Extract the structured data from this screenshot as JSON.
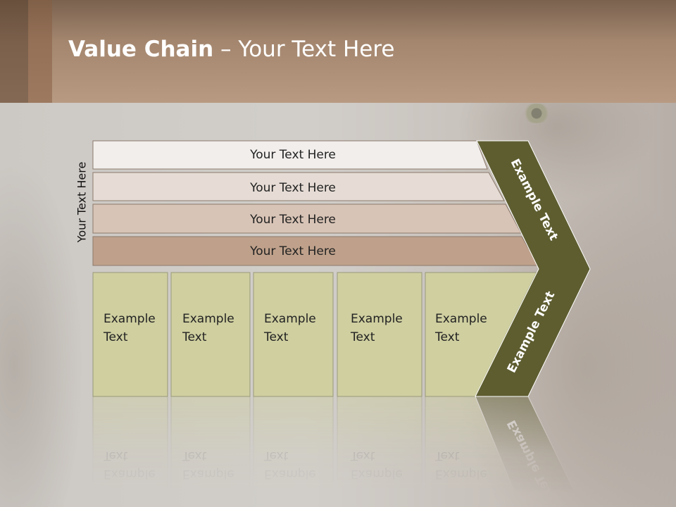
{
  "slide": {
    "title_bold": "Value Chain",
    "title_rest": " – Your Text Here",
    "side_label": "Your Text Here"
  },
  "bands": [
    {
      "label": "Your Text Here",
      "color": "#f1eeec"
    },
    {
      "label": "Your Text Here",
      "color": "#e6dcd5"
    },
    {
      "label": "Your Text Here",
      "color": "#d8c4b6"
    },
    {
      "label": "Your Text Here",
      "color": "#bfa18b"
    }
  ],
  "boxes": [
    {
      "line1": "Example",
      "line2": "Text"
    },
    {
      "line1": "Example",
      "line2": "Text"
    },
    {
      "line1": "Example",
      "line2": "Text"
    },
    {
      "line1": "Example",
      "line2": "Text"
    },
    {
      "line1": "Example",
      "line2": "Text"
    }
  ],
  "chevron": {
    "upper_label": "Example Text",
    "lower_label": "Example Text",
    "color": "#5e5d30"
  },
  "colors": {
    "box_fill": "#cfcfa0",
    "box_stroke": "#9a9a7a",
    "band_stroke": "#8c7a6c"
  }
}
